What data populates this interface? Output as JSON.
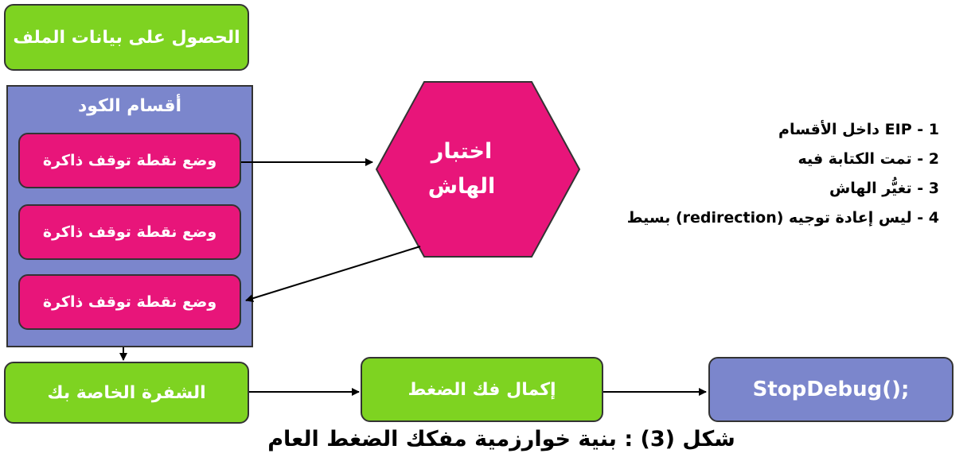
{
  "get_file_data": "الحصول على بيانات الملف",
  "code_sections": {
    "title": "أقسام الكود",
    "breakpoints": [
      "وضع نقطة توقف ذاكرة",
      "وضع نقطة توقف ذاكرة",
      "وضع نقطة توقف ذاكرة"
    ]
  },
  "hash_test": {
    "line1": "اختبار",
    "line2": "الهاش"
  },
  "notes": [
    "1 - EIP داخل الأقسام",
    "2 - تمت الكتابة فيه",
    "3 - تغيُّر الهاش",
    "4 - ليس إعادة توجيه (redirection) بسيط"
  ],
  "your_code": "الشفرة الخاصة بك",
  "complete_decompression": "إكمال فك الضغط",
  "stop_debug": "StopDebug();",
  "caption": "شكل (3) : بنية خوارزمية مفكك الضغط العام",
  "colors": {
    "green": "#7ed321",
    "pink": "#e8157a",
    "blue": "#7b86cc"
  }
}
